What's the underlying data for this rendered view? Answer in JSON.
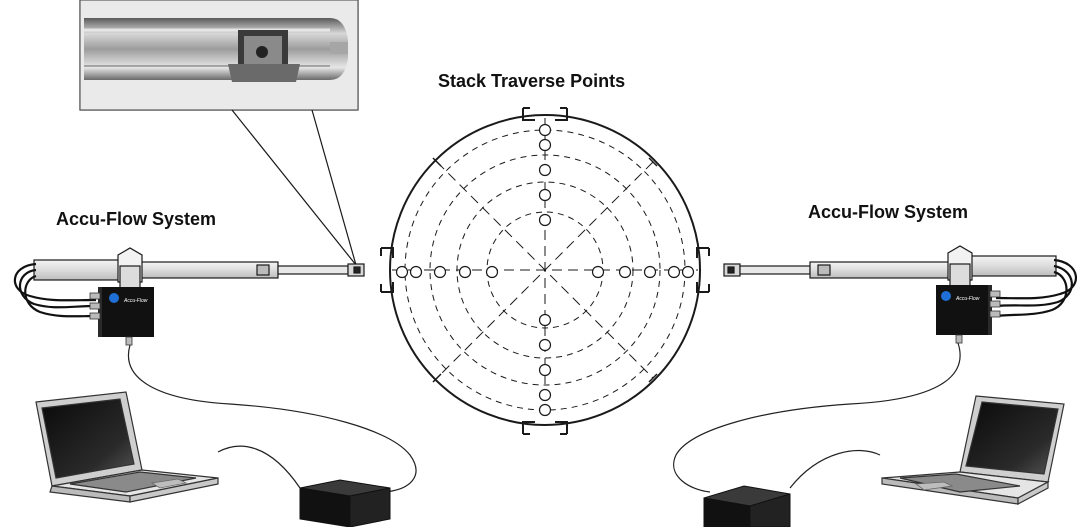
{
  "stack": {
    "title": "Stack Traverse Points"
  },
  "left_system": {
    "title": "Accu-Flow System",
    "box_brand": "Accu-Flow"
  },
  "right_system": {
    "title": "Accu-Flow System",
    "box_brand": "Accu-Flow"
  },
  "colors": {
    "line": "#1a1a1a",
    "box": "#111111",
    "brand_dot": "#1f6fd6",
    "probe_metal": "#9a9a9a"
  },
  "icons": [
    "probe-photo-inset",
    "stack-cross-section",
    "probe",
    "control-box",
    "laptop",
    "power-supply"
  ]
}
